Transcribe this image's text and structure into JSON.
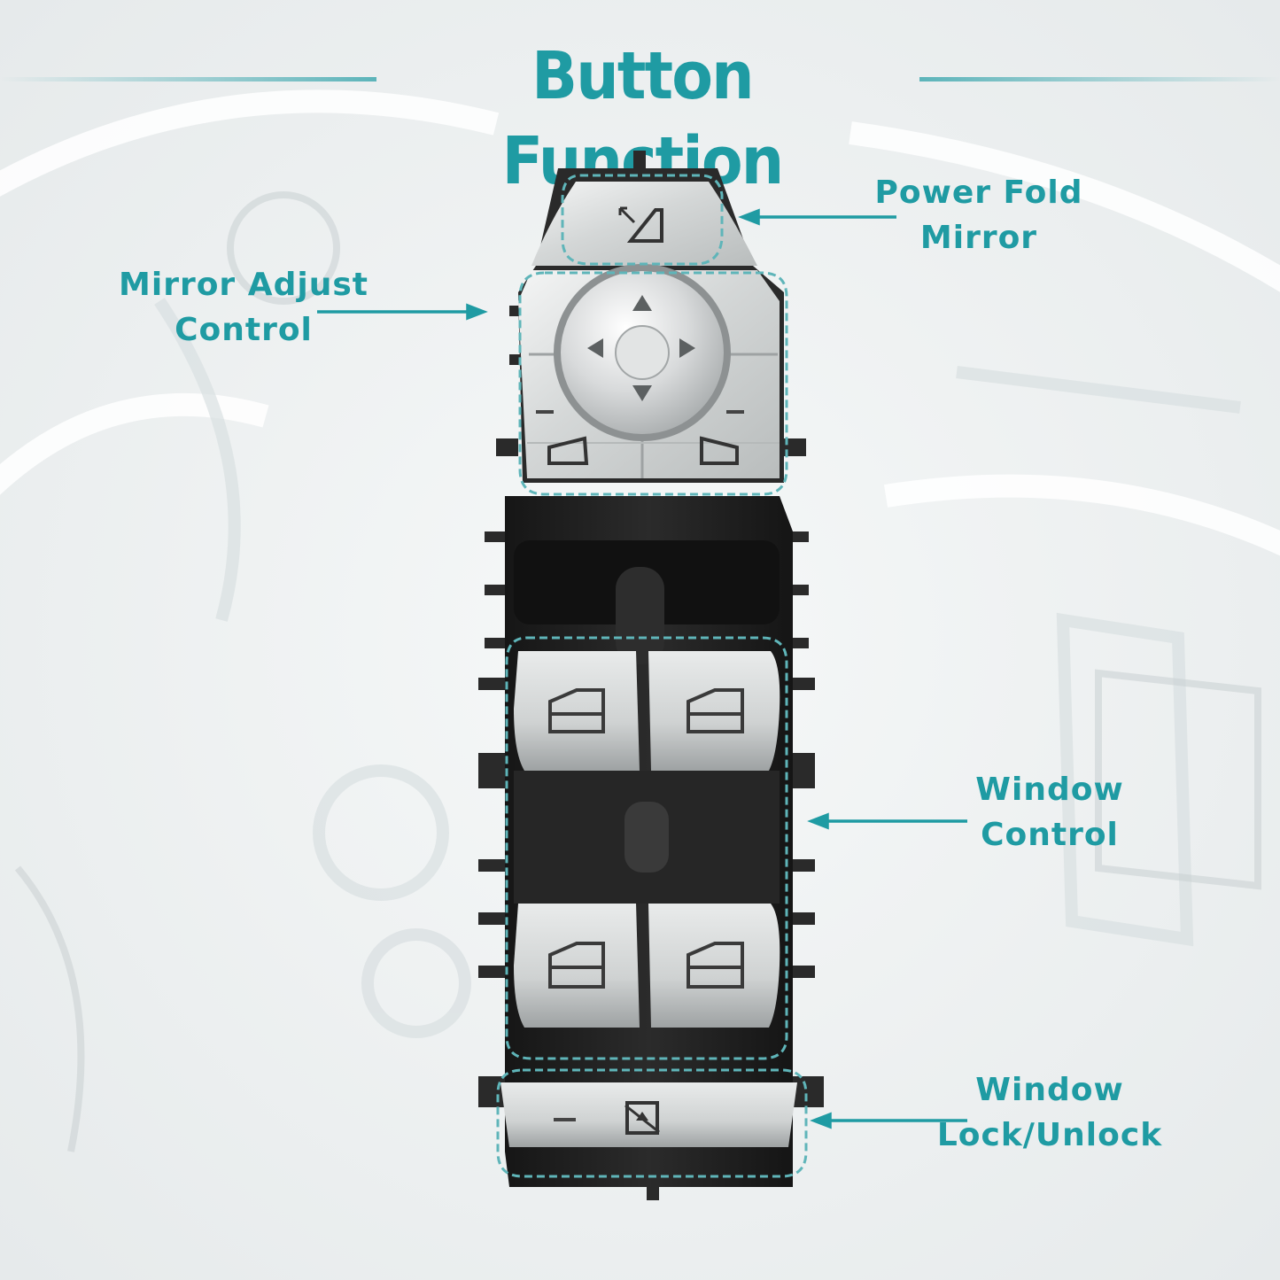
{
  "title": "Button Function",
  "colors": {
    "accent": "#1f9ba3",
    "background": "#eef1f2",
    "switch_body": "#1e1e1e",
    "chrome": "#d9dbdb"
  },
  "callouts": {
    "power_fold": {
      "line1": "Power Fold",
      "line2": "Mirror"
    },
    "mirror_adjust": {
      "line1": "Mirror Adjust",
      "line2": "Control"
    },
    "window_control": {
      "line1": "Window",
      "line2": "Control"
    },
    "window_lock": {
      "line1": "Window",
      "line2": "Lock/Unlock"
    }
  },
  "icons": [
    "mirror-fold-icon",
    "arrow-up-icon",
    "arrow-down-icon",
    "arrow-left-icon",
    "arrow-right-icon",
    "mirror-left-icon",
    "mirror-right-icon",
    "window-icon",
    "window-lock-icon"
  ]
}
